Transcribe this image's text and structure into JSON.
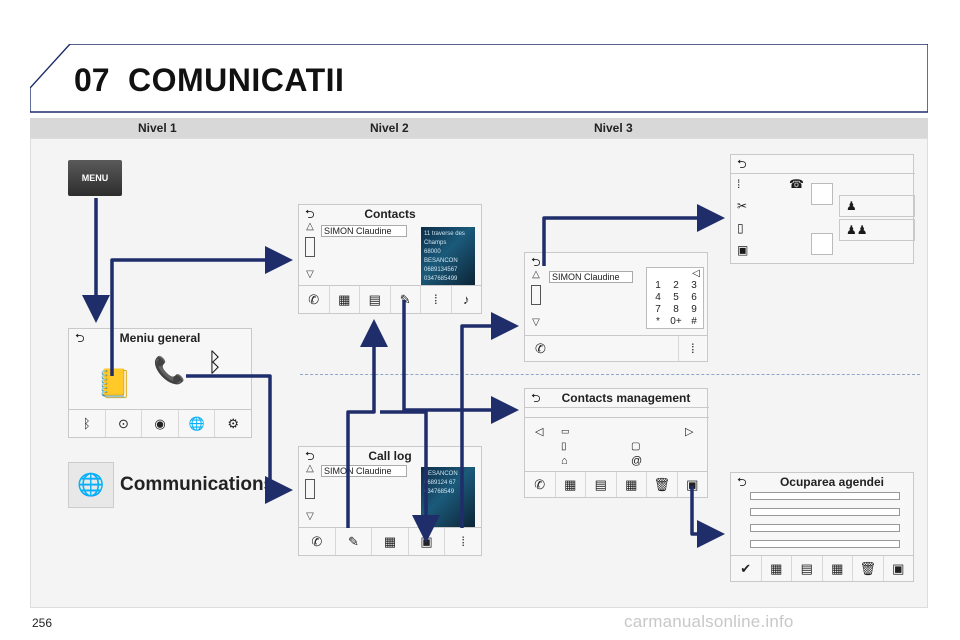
{
  "header": {
    "chapter_number": "07",
    "chapter_title": "COMUNICATII"
  },
  "levels": {
    "level1": "Nivel 1",
    "level2": "Nivel 2",
    "level3": "Nivel 3"
  },
  "menu_button": {
    "label": "MENU"
  },
  "main_menu": {
    "title": "Meniu general"
  },
  "communications": {
    "label": "Communications"
  },
  "contacts_panel": {
    "title": "Contacts",
    "contact_name": "SIMON Claudine",
    "photo_text": "11 traverse des Champs\n68000 BESANCON\n0689134567\n0347685499"
  },
  "call_log_panel": {
    "title": "Call log",
    "contact_name": "SIMON Claudine",
    "photo_text": "BESANCON\n0689124 67\n034768549"
  },
  "dial_panel": {
    "contact_name": "SIMON Claudine",
    "keypad": [
      "1",
      "2",
      "3",
      "4",
      "5",
      "6",
      "7",
      "8",
      "9",
      "*",
      "0+",
      "#"
    ]
  },
  "contacts_management_panel": {
    "title": "Contacts management"
  },
  "agenda_panel": {
    "title": "Ocuparea agendei"
  },
  "page_number": "256",
  "watermark": "carmanualsonline.info",
  "colors": {
    "arrow": "#1f2d6b",
    "header_border": "#1f2d6b",
    "level_bar": "#d8d8d8"
  }
}
